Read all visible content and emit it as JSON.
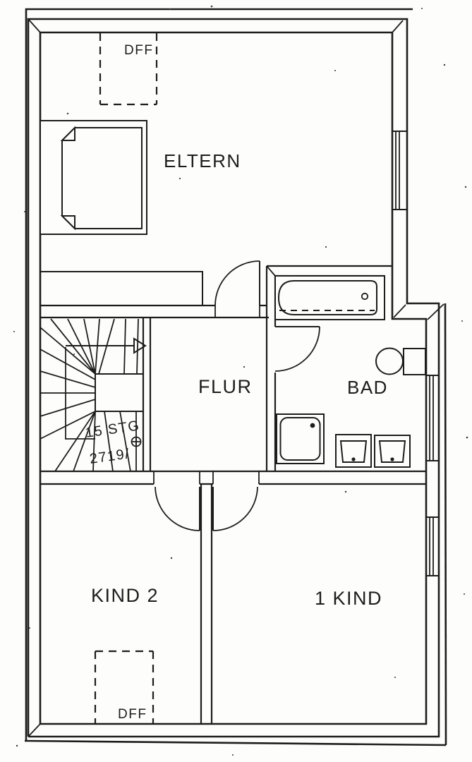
{
  "plan": {
    "colors": {
      "paper": "#fdfdfb",
      "ink": "#1d1d1b"
    },
    "rooms": [
      {
        "id": "eltern",
        "label": "ELTERN"
      },
      {
        "id": "flur",
        "label": "FLUR"
      },
      {
        "id": "bad",
        "label": "BAD"
      },
      {
        "id": "kind2",
        "label": "KIND 2"
      },
      {
        "id": "kind1",
        "label": "1 KIND"
      }
    ],
    "roof_windows": [
      {
        "id": "dff-top",
        "label": "DFF"
      },
      {
        "id": "dff-bottom",
        "label": "DFF"
      }
    ],
    "stair": {
      "steps_label": "15 STG",
      "dim_label": "2719/"
    },
    "fixtures": [
      "double-bed",
      "bathtub",
      "shower-tray",
      "washbasin-left",
      "washbasin-right",
      "wc",
      "winder-staircase"
    ]
  }
}
